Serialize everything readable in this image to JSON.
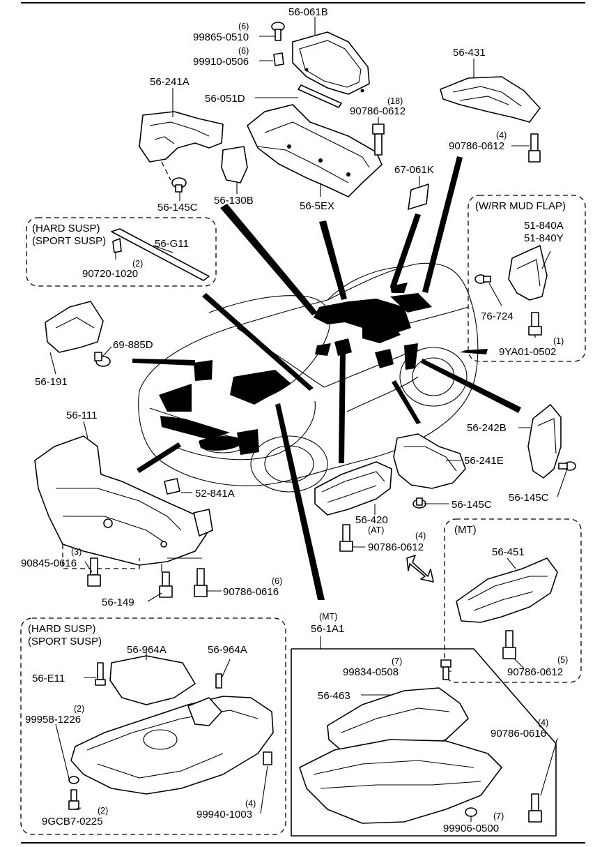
{
  "diagram": {
    "parts": {
      "p56_061B": "56-061B",
      "p99865_0510": "99865-0510",
      "q99865_0510": "(6)",
      "p99910_0506": "99910-0506",
      "q99910_0506": "(6)",
      "p56_051D": "56-051D",
      "p56_241A": "56-241A",
      "p56_431": "56-431",
      "p90786_0612_a": "90786-0612",
      "q90786_0612_a": "(18)",
      "p90786_0612_b": "90786-0612",
      "q90786_0612_b": "(4)",
      "p56_145C_a": "56-145C",
      "p56_130B": "56-130B",
      "p56_5EX": "56-5EX",
      "p67_061K": "67-061K",
      "note_hard_a": "(HARD SUSP)",
      "note_sport_a": "(SPORT SUSP)",
      "p56_G11": "56-G11",
      "p90720_1020": "90720-1020",
      "q90720_1020": "(2)",
      "note_mudflap": "(W/RR  MUD FLAP)",
      "p51_840A": "51-840A",
      "p51_840Y": "51-840Y",
      "p76_724": "76-724",
      "p9YA01_0502": "9YA01-0502",
      "q9YA01_0502": "(1)",
      "p69_885D": "69-885D",
      "p56_191": "56-191",
      "p56_111": "56-111",
      "p52_841A": "52-841A",
      "p56_242B": "56-242B",
      "p56_241E": "56-241E",
      "p56_145C_b": "56-145C",
      "p56_145C_c": "56-145C",
      "p56_420": "56-420",
      "q56_420": "(AT)",
      "p90786_0612_c": "90786-0612",
      "q90786_0612_c": "(4)",
      "p90845_0616": "90845-0616",
      "q90845_0616": "(3)",
      "p56_149": "56-149",
      "p90786_0616_a": "90786-0616",
      "q90786_0616_a": "(6)",
      "note_mt_a": "(MT)",
      "p56_451": "56-451",
      "p90786_0612_d": "90786-0612",
      "q90786_0612_d": "(5)",
      "note_mt_b": "(MT)",
      "p56_1A1": "56-1A1",
      "note_hard_b": "(HARD SUSP)",
      "note_sport_b": "(SPORT SUSP)",
      "p56_964A_a": "56-964A",
      "p56_964A_b": "56-964A",
      "p56_E11": "56-E11",
      "p99958_1226": "99958-1226",
      "q99958_1226": "(2)",
      "p99834_0508": "99834-0508",
      "q99834_0508": "(7)",
      "p56_463": "56-463",
      "p90786_0616_b": "90786-0616",
      "q90786_0616_b": "(4)",
      "p99940_1003": "99940-1003",
      "q99940_1003": "(4)",
      "p9GCB7_0225": "9GCB7-0225",
      "q9GCB7_0225": "(2)",
      "p99906_0500": "99906-0500",
      "q99906_0500": "(7)"
    }
  }
}
